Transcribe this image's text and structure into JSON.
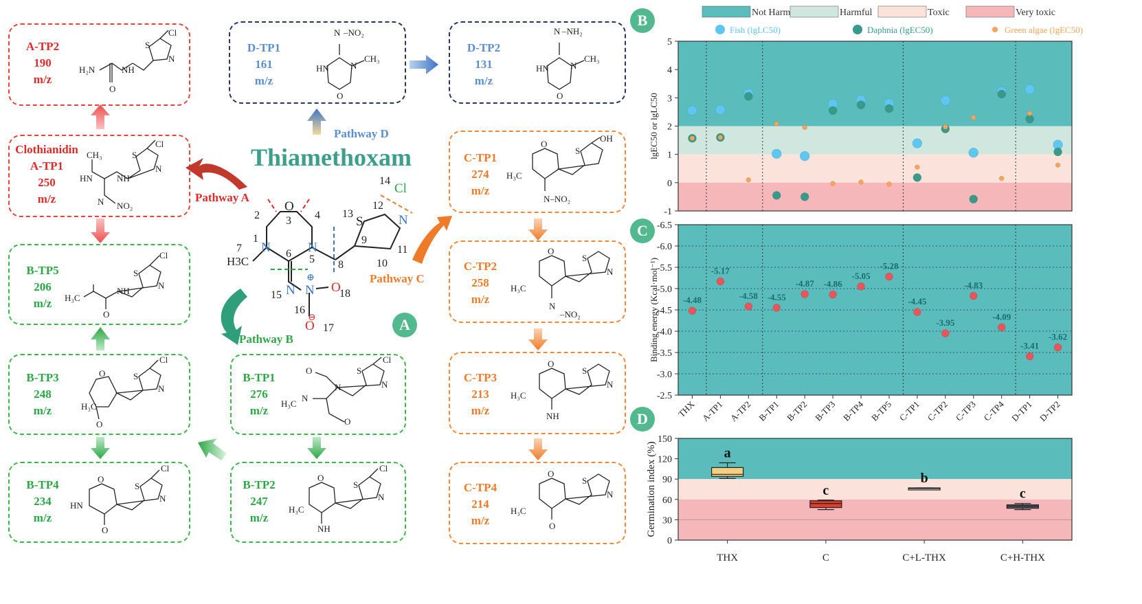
{
  "panel_badges": {
    "a": "A",
    "b": "B",
    "c": "C",
    "d": "D"
  },
  "center": {
    "title": "Thiamethoxam",
    "atoms": {
      "n1": "1",
      "n2": "2",
      "n3": "3",
      "n4": "4",
      "n5": "5",
      "n6": "6",
      "n7": "7",
      "n8": "8",
      "n9": "9",
      "n10": "10",
      "n11": "11",
      "n12": "12",
      "n13": "13",
      "n14": "14",
      "n15": "15",
      "n16": "16",
      "n17": "17",
      "n18": "18"
    },
    "elements": {
      "O": "O",
      "S": "S",
      "N": "N",
      "Cl": "Cl",
      "H3C": "H3C",
      "plus": "⊕",
      "minus": "⊖"
    }
  },
  "pathways": {
    "a": "Pathway A",
    "b": "Pathway B",
    "c": "Pathway C",
    "d": "Pathway D"
  },
  "products": [
    {
      "id": "a_tp2",
      "name": "A-TP2",
      "mz": "190",
      "unit": "m/z"
    },
    {
      "id": "a_tp1",
      "alias": "Clothianidin",
      "name": "A-TP1",
      "mz": "250",
      "unit": "m/z"
    },
    {
      "id": "b_tp5",
      "name": "B-TP5",
      "mz": "206",
      "unit": "m/z"
    },
    {
      "id": "b_tp3",
      "name": "B-TP3",
      "mz": "248",
      "unit": "m/z"
    },
    {
      "id": "b_tp4",
      "name": "B-TP4",
      "mz": "234",
      "unit": "m/z"
    },
    {
      "id": "b_tp1",
      "name": "B-TP1",
      "mz": "276",
      "unit": "m/z"
    },
    {
      "id": "b_tp2",
      "name": "B-TP2",
      "mz": "247",
      "unit": "m/z"
    },
    {
      "id": "d_tp1",
      "name": "D-TP1",
      "mz": "161",
      "unit": "m/z"
    },
    {
      "id": "d_tp2",
      "name": "D-TP2",
      "mz": "131",
      "unit": "m/z"
    },
    {
      "id": "c_tp1",
      "name": "C-TP1",
      "mz": "274",
      "unit": "m/z"
    },
    {
      "id": "c_tp2",
      "name": "C-TP2",
      "mz": "258",
      "unit": "m/z"
    },
    {
      "id": "c_tp3",
      "name": "C-TP3",
      "mz": "213",
      "unit": "m/z"
    },
    {
      "id": "c_tp4",
      "name": "C-TP4",
      "mz": "214",
      "unit": "m/z"
    }
  ],
  "colors": {
    "red": "#e02a2a",
    "green": "#2ba845",
    "orange": "#ef7b2a",
    "blue": "#5b8fd0",
    "navy": "#27375e",
    "teal": "#3d9e8c",
    "badge": "#52b98e"
  },
  "chart_data": [
    {
      "type": "scatter",
      "panel": "B",
      "ylabel": "lgEC50 or lgLC50",
      "ylim": [
        -1,
        5
      ],
      "yticks": [
        "-1",
        "0",
        "1",
        "2",
        "3",
        "4",
        "5"
      ],
      "categories": [
        "THX",
        "A-TP1",
        "A-TP2",
        "B-TP1",
        "B-TP2",
        "B-TP3",
        "B-TP4",
        "B-TP5",
        "C-TP1",
        "C-TP2",
        "C-TP3",
        "C-TP4",
        "D-TP1",
        "D-TP2"
      ],
      "zones": [
        {
          "name": "Not Harmful",
          "from": 2,
          "to": 5,
          "color": "#5bbcbc"
        },
        {
          "name": "Harmful",
          "from": 1,
          "to": 2,
          "color": "#cfe7de"
        },
        {
          "name": "Toxic",
          "from": 0,
          "to": 1,
          "color": "#fbe3dc"
        },
        {
          "name": "Very toxic",
          "from": -1,
          "to": 0,
          "color": "#f6b7ba"
        }
      ],
      "series": [
        {
          "name": "Fish (lgLC50)",
          "color": "#5fc6f0",
          "values": [
            2.55,
            2.58,
            3.15,
            1.02,
            0.94,
            2.78,
            2.92,
            2.8,
            1.39,
            2.9,
            1.06,
            3.22,
            3.3,
            1.34
          ]
        },
        {
          "name": "Daphnia (lgEC50)",
          "color": "#3a9a8a",
          "values": [
            1.57,
            1.6,
            3.05,
            -0.45,
            -0.5,
            2.55,
            2.75,
            2.62,
            0.18,
            1.9,
            -0.58,
            3.13,
            2.25,
            1.09
          ]
        },
        {
          "name": "Green algae (lgEC50)",
          "color": "#f5a45a",
          "values": [
            1.57,
            1.6,
            0.1,
            2.08,
            1.95,
            -0.03,
            0.02,
            -0.05,
            0.55,
            1.97,
            2.3,
            0.15,
            2.45,
            0.62
          ]
        }
      ]
    },
    {
      "type": "scatter",
      "panel": "C",
      "ylabel": "Binding energy (Kcal·mol⁻¹)",
      "ylim": [
        -6.5,
        -2.5
      ],
      "yticks": [
        "-6.5",
        "-6.0",
        "-5.5",
        "-5.0",
        "-4.5",
        "-4.0",
        "-3.5",
        "-3.0",
        "-2.5"
      ],
      "categories": [
        "THX",
        "A-TP1",
        "A-TP2",
        "B-TP1",
        "B-TP2",
        "B-TP3",
        "B-TP4",
        "B-TP5",
        "C-TP1",
        "C-TP2",
        "C-TP3",
        "C-TP4",
        "D-TP1",
        "D-TP2"
      ],
      "values": [
        -4.48,
        -5.17,
        -4.58,
        -4.55,
        -4.87,
        -4.86,
        -5.05,
        -5.28,
        -4.45,
        -3.95,
        -4.83,
        -4.09,
        -3.41,
        -3.62
      ],
      "labels": [
        "-4.48",
        "-5.17",
        "-4.58",
        "-4.55",
        "-4.87",
        "-4.86",
        "-5.05",
        "-5.28",
        "-4.45",
        "-3.95",
        "-4.83",
        "-4.09",
        "-3.41",
        "-3.62"
      ],
      "color": "#e8555a"
    },
    {
      "type": "box",
      "panel": "D",
      "ylabel": "Germination index (%)",
      "ylim": [
        0,
        150
      ],
      "yticks": [
        "0",
        "30",
        "60",
        "90",
        "120",
        "150"
      ],
      "categories": [
        "THX",
        "C",
        "C+L-THX",
        "C+H-THX"
      ],
      "boxes": [
        {
          "min": 91,
          "q1": 94,
          "median": 97,
          "q3": 107,
          "max": 114,
          "color": "#f3cf84",
          "letter": "a"
        },
        {
          "min": 45,
          "q1": 48,
          "median": 54,
          "q3": 58,
          "max": 59,
          "color": "#e03d2e",
          "letter": "c"
        },
        {
          "min": 75,
          "q1": 75,
          "median": 76,
          "q3": 77,
          "max": 77,
          "color": "#ffffff",
          "letter": "b"
        },
        {
          "min": 45,
          "q1": 47,
          "median": 50,
          "q3": 52,
          "max": 54,
          "color": "#4a5560",
          "letter": "c"
        }
      ],
      "reference_line": 30
    }
  ]
}
